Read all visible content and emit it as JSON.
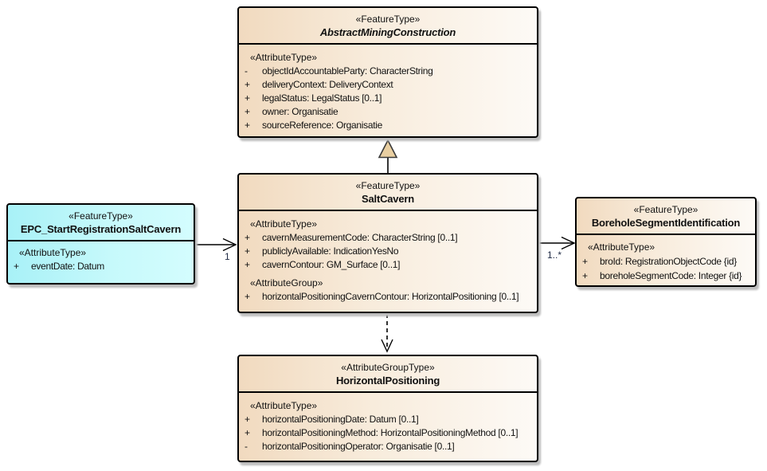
{
  "diagram": {
    "kind": "uml-class-diagram",
    "colors": {
      "class_fill_left": "#f1dabf",
      "class_fill_right": "#fdfaf6",
      "event_fill_left": "#a8f1f7",
      "event_fill_right": "#d4fdfe",
      "border": "#000000",
      "shadow": "#bdbdbd",
      "generalization_arrow_fill": "#e9cfa1"
    },
    "classes": {
      "amc": {
        "stereotype": "«FeatureType»",
        "name": "AbstractMiningConstruction",
        "attr_stereotype": "«AttributeType»",
        "attributes": [
          {
            "vis": "-",
            "text": "objectIdAccountableParty: CharacterString"
          },
          {
            "vis": "+",
            "text": "deliveryContext: DeliveryContext"
          },
          {
            "vis": "+",
            "text": "legalStatus: LegalStatus [0..1]"
          },
          {
            "vis": "+",
            "text": "owner: Organisatie"
          },
          {
            "vis": "+",
            "text": "sourceReference: Organisatie"
          }
        ]
      },
      "salt": {
        "stereotype": "«FeatureType»",
        "name": "SaltCavern",
        "attr_stereotype": "«AttributeType»",
        "attributes": [
          {
            "vis": "+",
            "text": "cavernMeasurementCode: CharacterString [0..1]"
          },
          {
            "vis": "+",
            "text": "publiclyAvailable: IndicationYesNo"
          },
          {
            "vis": "+",
            "text": "cavernContour: GM_Surface [0..1]"
          }
        ],
        "group_stereotype": "«AttributeGroup»",
        "group_attributes": [
          {
            "vis": "+",
            "text": "horizontalPositioningCavernContour: HorizontalPositioning [0..1]"
          }
        ]
      },
      "epc": {
        "stereotype": "«FeatureType»",
        "name": "EPC_StartRegistrationSaltCavern",
        "attr_stereotype": "«AttributeType»",
        "attributes": [
          {
            "vis": "+",
            "text": "eventDate: Datum"
          }
        ]
      },
      "bore": {
        "stereotype": "«FeatureType»",
        "name": "BoreholeSegmentIdentification",
        "attr_stereotype": "«AttributeType»",
        "attributes": [
          {
            "vis": "+",
            "text": "broId: RegistrationObjectCode {id}"
          },
          {
            "vis": "+",
            "text": "boreholeSegmentCode: Integer {id}"
          }
        ]
      },
      "hp": {
        "stereotype": "«AttributeGroupType»",
        "name": "HorizontalPositioning",
        "attr_stereotype": "«AttributeType»",
        "attributes": [
          {
            "vis": "+",
            "text": "horizontalPositioningDate: Datum [0..1]"
          },
          {
            "vis": "+",
            "text": "horizontalPositioningMethod: HorizontalPositioningMethod [0..1]"
          },
          {
            "vis": "-",
            "text": "horizontalPositioningOperator: Organisatie [0..1]"
          }
        ]
      }
    },
    "connectors": {
      "generalization": {
        "type": "generalization",
        "from": "SaltCavern",
        "to": "AbstractMiningConstruction"
      },
      "dependency": {
        "type": "dependency",
        "from": "SaltCavern",
        "to": "HorizontalPositioning"
      },
      "assoc_epc_salt": {
        "type": "association",
        "from": "EPC_StartRegistrationSaltCavern",
        "to": "SaltCavern",
        "target_multiplicity": "1"
      },
      "assoc_salt_bore": {
        "type": "association",
        "from": "SaltCavern",
        "to": "BoreholeSegmentIdentification",
        "target_multiplicity": "1..*"
      }
    }
  }
}
